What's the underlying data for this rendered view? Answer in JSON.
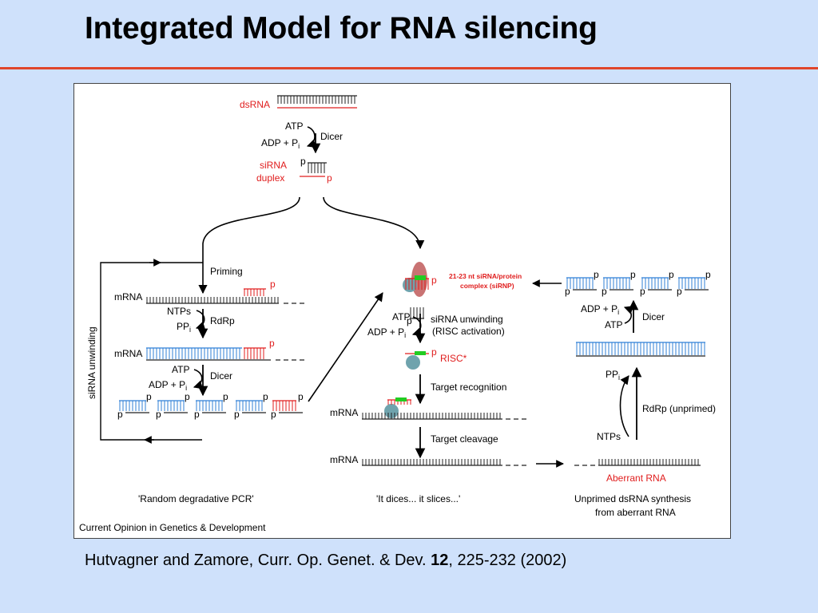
{
  "title": "Integrated Model for RNA silencing",
  "citation": {
    "prefix": "Hutvagner and Zamore,  Curr. Op. Genet. & Dev. ",
    "volume": "12",
    "suffix": ", 225-232 (2002)"
  },
  "diagram": {
    "source_credit": "Current Opinion in Genetics & Development",
    "labels": {
      "dsrna": "dsRNA",
      "atp": "ATP",
      "adp_pi": "ADP + P",
      "pi_sub": "i",
      "dicer": "Dicer",
      "p": "p",
      "sirna": "siRNA",
      "duplex": "duplex",
      "priming": "Priming",
      "mrna": "mRNA",
      "ntps": "NTPs",
      "ppi": "PP",
      "rdrp": "RdRp",
      "sirna_unwinding_vertical": "siRNA unwinding",
      "sirnp_line1": "21-23 nt siRNA/protein",
      "sirnp_line2": "complex (siRNP)",
      "sirna_unwinding_line1": "siRNA unwinding",
      "sirna_unwinding_line2": "(RISC activation)",
      "risc": "RISC*",
      "target_recognition": "Target recognition",
      "target_cleavage": "Target cleavage",
      "rdrp_unprimed": "RdRp (unprimed)",
      "aberrant_rna": "Aberrant RNA"
    },
    "captions": {
      "left": "'Random degradative PCR'",
      "middle": "'It dices... it slices...'",
      "right_line1": "Unprimed dsRNA synthesis",
      "right_line2": "from aberrant RNA"
    },
    "colors": {
      "red_strand": "#e01d1d",
      "blue_strand": "#2f7fd6",
      "black_strand": "#222222",
      "risc_protein": "#6fa3ad",
      "sirnp_red_protein": "#c05a5a",
      "green_marker": "#22cc22",
      "title_rule": "#e0452b",
      "background": "#cfe1fb"
    }
  }
}
